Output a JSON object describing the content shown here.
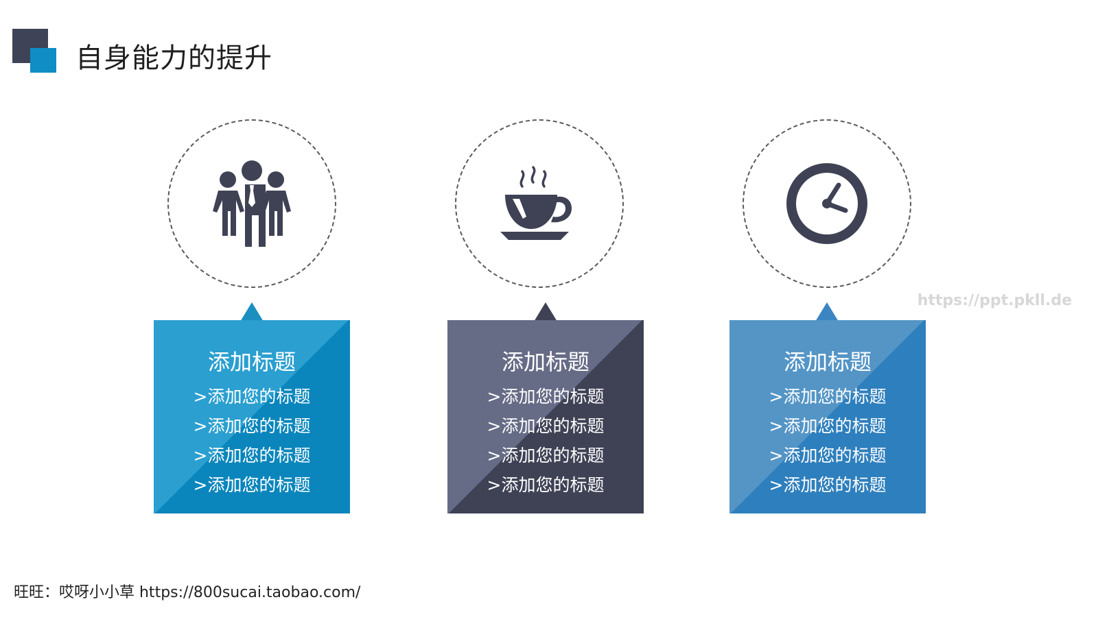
{
  "header": {
    "title": "自身能力的提升"
  },
  "watermark": "https://ppt.pkll.de",
  "footer": {
    "text": "旺旺：哎呀小小草 https://800sucai.taobao.com/"
  },
  "cards": [
    {
      "icon": "team-icon",
      "title": "添加标题",
      "items": [
        ">添加您的标题",
        ">添加您的标题",
        ">添加您的标题",
        ">添加您的标题"
      ],
      "color_light": "#2a9fd0",
      "color_dark": "#0a86bc"
    },
    {
      "icon": "coffee-cup-icon",
      "title": "添加标题",
      "items": [
        ">添加您的标题",
        ">添加您的标题",
        ">添加您的标题",
        ">添加您的标题"
      ],
      "color_light": "#666b86",
      "color_dark": "#3f4255"
    },
    {
      "icon": "clock-icon",
      "title": "添加标题",
      "items": [
        ">添加您的标题",
        ">添加您的标题",
        ">添加您的标题",
        ">添加您的标题"
      ],
      "color_light": "#5495c6",
      "color_dark": "#2e7fbd"
    }
  ],
  "colors": {
    "icon_dark": "#3f4255",
    "logo_dark": "#3f4357",
    "logo_blue": "#0f8dc4"
  }
}
